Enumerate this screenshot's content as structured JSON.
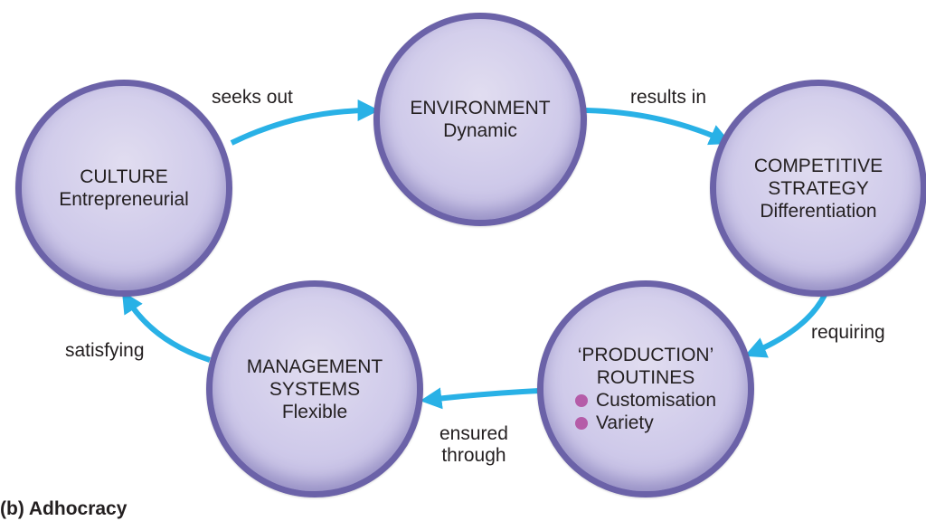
{
  "caption": "(b) Adhocracy",
  "colors": {
    "arrow": "#29b1e6",
    "node_border": "#6b62a8",
    "node_fill": "#cfcaea",
    "bullet": "#b55ca8"
  },
  "nodes": {
    "environment": {
      "title": "ENVIRONMENT",
      "sub": "Dynamic"
    },
    "culture": {
      "title": "CULTURE",
      "sub": "Entrepreneurial"
    },
    "strategy": {
      "title_line1": "COMPETITIVE",
      "title_line2": "STRATEGY",
      "sub": "Differentiation"
    },
    "management": {
      "title_line1": "MANAGEMENT",
      "title_line2": "SYSTEMS",
      "sub": "Flexible"
    },
    "production": {
      "title_line1": "‘PRODUCTION’",
      "title_line2": "ROUTINES",
      "bullets": [
        "Customisation",
        "Variety"
      ]
    }
  },
  "edges": {
    "culture_to_environment": "seeks out",
    "environment_to_strategy": "results in",
    "strategy_to_production": "requiring",
    "production_to_management_line1": "ensured",
    "production_to_management_line2": "through",
    "management_to_culture": "satisfying"
  }
}
